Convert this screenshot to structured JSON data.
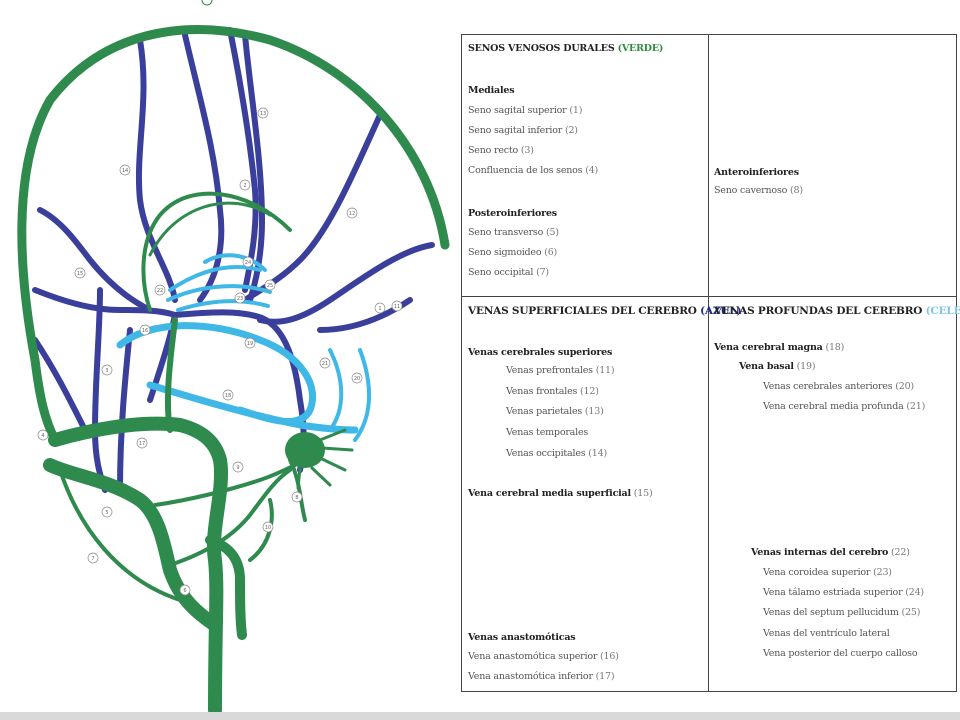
{
  "colors": {
    "dural": "#2f8a4e",
    "superficial": "#3b3f9c",
    "deep": "#3fb8e8",
    "label_text": "#666666",
    "verde": "#2e8b3d",
    "azul": "#1f2a8c",
    "celeste": "#7fc4e8"
  },
  "diagram_labels": [
    "1",
    "2",
    "3",
    "4",
    "5",
    "6",
    "7",
    "8",
    "9",
    "10",
    "11",
    "12",
    "13",
    "14",
    "15",
    "16",
    "17",
    "18",
    "19",
    "20",
    "21",
    "22",
    "23",
    "24",
    "25"
  ],
  "legend": {
    "dural": {
      "title": "SENOS VENOSOS DURALES",
      "tag": "(VERDE)",
      "mediales_heading": "Mediales",
      "mediales": [
        {
          "name": "Seno sagital superior",
          "num": "(1)"
        },
        {
          "name": "Seno sagital inferior",
          "num": "(2)"
        },
        {
          "name": "Seno recto",
          "num": "(3)"
        },
        {
          "name": "Confluencia de los senos",
          "num": "(4)"
        }
      ],
      "postero_heading": "Posteroinferiores",
      "postero": [
        {
          "name": "Seno transverso",
          "num": "(5)"
        },
        {
          "name": "Seno sigmoideo",
          "num": "(6)"
        },
        {
          "name": "Seno occipital",
          "num": "(7)"
        }
      ],
      "antero_heading": "Anteroinferiores",
      "antero": [
        {
          "name": "Seno cavernoso",
          "num": "(8)"
        }
      ]
    },
    "superficial": {
      "title": "VENAS SUPERFICIALES DEL CEREBRO",
      "tag": "(AZUL)",
      "superiores_heading": "Venas cerebrales superiores",
      "superiores": [
        {
          "name": "Venas prefrontales",
          "num": "(11)"
        },
        {
          "name": "Venas frontales",
          "num": "(12)"
        },
        {
          "name": "Venas parietales",
          "num": "(13)"
        },
        {
          "name": "Venas temporales",
          "num": ""
        },
        {
          "name": "Venas occipitales",
          "num": "(14)"
        }
      ],
      "media_heading": "Vena cerebral media superficial",
      "media_num": "(15)",
      "anast_heading": "Venas anastomóticas",
      "anast": [
        {
          "name": "Vena anastomótica superior",
          "num": "(16)"
        },
        {
          "name": "Vena anastomótica inferior",
          "num": "(17)"
        }
      ]
    },
    "deep": {
      "title": "VENAS PROFUNDAS DEL CEREBRO",
      "tag": "(CELESTE)",
      "magna_heading": "Vena cerebral magna",
      "magna_num": "(18)",
      "basal_heading": "Vena basal",
      "basal_num": "(19)",
      "basal_items": [
        {
          "name": "Venas cerebrales anteriores",
          "num": "(20)"
        },
        {
          "name": "Vena cerebral media profunda",
          "num": "(21)"
        }
      ],
      "internas_heading": "Venas internas del cerebro",
      "internas_num": "(22)",
      "internas_items": [
        {
          "name": "Vena coroidea superior",
          "num": "(23)"
        },
        {
          "name": "Vena tálamo estriada superior",
          "num": "(24)"
        },
        {
          "name": "Venas del septum pellucidum",
          "num": "(25)"
        },
        {
          "name": "Venas del ventrículo lateral",
          "num": ""
        },
        {
          "name": "Vena posterior del cuerpo calloso",
          "num": ""
        }
      ]
    }
  }
}
